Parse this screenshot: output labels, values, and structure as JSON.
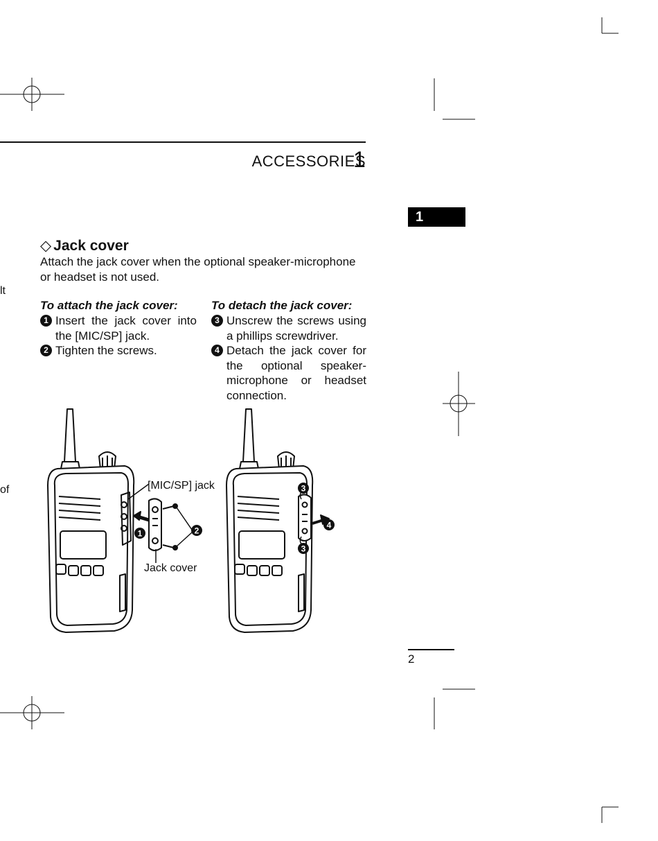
{
  "header": {
    "chapter_title": "ACCESSORIES",
    "chapter_number": "1"
  },
  "tab": {
    "label": "1"
  },
  "section": {
    "title": "Jack cover",
    "intro": "Attach the jack cover when the optional speaker-microphone or headset is not used."
  },
  "attach": {
    "heading": "To attach the jack cover:",
    "steps": [
      {
        "num": "1",
        "text": "Insert the jack cover into the [MIC/SP] jack."
      },
      {
        "num": "2",
        "text": "Tighten the screws."
      }
    ]
  },
  "detach": {
    "heading": "To detach the jack cover:",
    "steps": [
      {
        "num": "3",
        "text": "Unscrew the screws using a phillips screwdriver."
      },
      {
        "num": "4",
        "text": "Detach the jack cover for the optional speaker-microphone or headset connection."
      }
    ]
  },
  "margin_fragments": {
    "a": "lt",
    "b": "of"
  },
  "illustration": {
    "label_jack": "[MIC/SP] jack",
    "label_cover": "Jack cover",
    "callout_1": "1",
    "callout_2": "2",
    "callout_3a": "3",
    "callout_3b": "3",
    "callout_4": "4"
  },
  "footer": {
    "page_number": "2"
  }
}
